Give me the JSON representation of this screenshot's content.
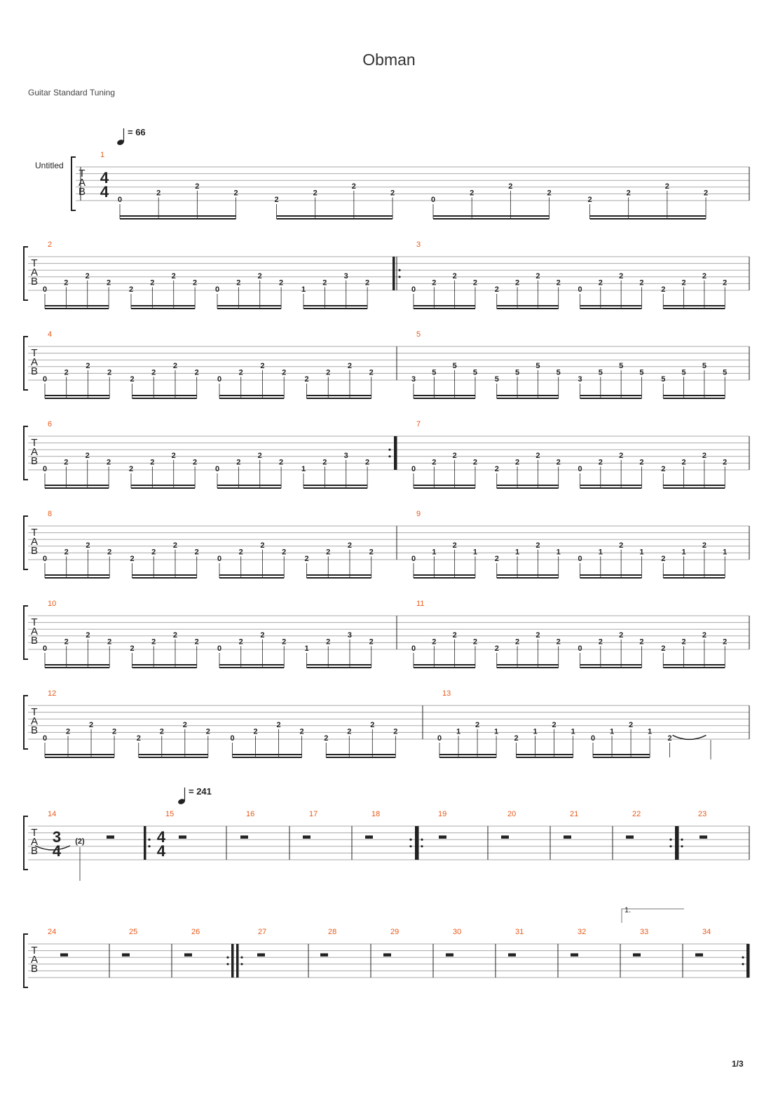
{
  "title": "Obman",
  "tuning": "Guitar Standard Tuning",
  "page_number": "1/3",
  "track_name": "Untitled",
  "tab_clef": [
    "T",
    "A",
    "B"
  ],
  "tempo": [
    {
      "at_measure": "1",
      "label": "= 66"
    },
    {
      "at_measure": "15",
      "label": "= 241"
    }
  ],
  "time_signatures": [
    {
      "at_measure": "1",
      "numerator": "4",
      "denominator": "4"
    },
    {
      "at_measure": "14",
      "numerator": "3",
      "denominator": "4"
    },
    {
      "at_measure": "15",
      "numerator": "4",
      "denominator": "4"
    }
  ],
  "volta": "1.",
  "tie_note": "(2)",
  "measures": [
    {
      "number": "1",
      "frets": [
        [
          "0",
          "2",
          "2",
          "2"
        ],
        [
          "2",
          "2",
          "2",
          "2"
        ],
        [
          "0",
          "2",
          "2",
          "2"
        ],
        [
          "2",
          "2",
          "2",
          "2"
        ]
      ]
    },
    {
      "number": "2",
      "frets": [
        [
          "0",
          "2",
          "2",
          "2"
        ],
        [
          "2",
          "2",
          "2",
          "2"
        ],
        [
          "0",
          "2",
          "2",
          "2"
        ],
        [
          "1",
          "2",
          "3",
          "2"
        ]
      ]
    },
    {
      "number": "3",
      "repeat_start": true,
      "frets": [
        [
          "0",
          "2",
          "2",
          "2"
        ],
        [
          "2",
          "2",
          "2",
          "2"
        ],
        [
          "0",
          "2",
          "2",
          "2"
        ],
        [
          "2",
          "2",
          "2",
          "2"
        ]
      ]
    },
    {
      "number": "4",
      "frets": [
        [
          "0",
          "2",
          "2",
          "2"
        ],
        [
          "2",
          "2",
          "2",
          "2"
        ],
        [
          "0",
          "2",
          "2",
          "2"
        ],
        [
          "2",
          "2",
          "2",
          "2"
        ]
      ]
    },
    {
      "number": "5",
      "frets": [
        [
          "3",
          "5",
          "5",
          "5"
        ],
        [
          "5",
          "5",
          "5",
          "5"
        ],
        [
          "3",
          "5",
          "5",
          "5"
        ],
        [
          "5",
          "5",
          "5",
          "5"
        ]
      ]
    },
    {
      "number": "6",
      "repeat_end": true,
      "frets": [
        [
          "0",
          "2",
          "2",
          "2"
        ],
        [
          "2",
          "2",
          "2",
          "2"
        ],
        [
          "0",
          "2",
          "2",
          "2"
        ],
        [
          "1",
          "2",
          "3",
          "2"
        ]
      ]
    },
    {
      "number": "7",
      "frets": [
        [
          "0",
          "2",
          "2",
          "2"
        ],
        [
          "2",
          "2",
          "2",
          "2"
        ],
        [
          "0",
          "2",
          "2",
          "2"
        ],
        [
          "2",
          "2",
          "2",
          "2"
        ]
      ]
    },
    {
      "number": "8",
      "frets": [
        [
          "0",
          "2",
          "2",
          "2"
        ],
        [
          "2",
          "2",
          "2",
          "2"
        ],
        [
          "0",
          "2",
          "2",
          "2"
        ],
        [
          "2",
          "2",
          "2",
          "2"
        ]
      ]
    },
    {
      "number": "9",
      "frets": [
        [
          "0",
          "1",
          "2",
          "1"
        ],
        [
          "2",
          "1",
          "2",
          "1"
        ],
        [
          "0",
          "1",
          "2",
          "1"
        ],
        [
          "2",
          "1",
          "2",
          "1"
        ]
      ]
    },
    {
      "number": "10",
      "frets": [
        [
          "0",
          "2",
          "2",
          "2"
        ],
        [
          "2",
          "2",
          "2",
          "2"
        ],
        [
          "0",
          "2",
          "2",
          "2"
        ],
        [
          "1",
          "2",
          "3",
          "2"
        ]
      ]
    },
    {
      "number": "11",
      "frets": [
        [
          "0",
          "2",
          "2",
          "2"
        ],
        [
          "2",
          "2",
          "2",
          "2"
        ],
        [
          "0",
          "2",
          "2",
          "2"
        ],
        [
          "2",
          "2",
          "2",
          "2"
        ]
      ]
    },
    {
      "number": "12",
      "frets": [
        [
          "0",
          "2",
          "2",
          "2"
        ],
        [
          "2",
          "2",
          "2",
          "2"
        ],
        [
          "0",
          "2",
          "2",
          "2"
        ],
        [
          "2",
          "2",
          "2",
          "2"
        ]
      ]
    },
    {
      "number": "13",
      "frets": [
        [
          "0",
          "1",
          "2",
          "1"
        ],
        [
          "2",
          "1",
          "2",
          "1"
        ],
        [
          "0",
          "1",
          "2",
          "1"
        ],
        [
          "2"
        ]
      ]
    },
    {
      "number": "14"
    },
    {
      "number": "15"
    },
    {
      "number": "16"
    },
    {
      "number": "17"
    },
    {
      "number": "18"
    },
    {
      "number": "19"
    },
    {
      "number": "20"
    },
    {
      "number": "21"
    },
    {
      "number": "22"
    },
    {
      "number": "23"
    },
    {
      "number": "24"
    },
    {
      "number": "25"
    },
    {
      "number": "26"
    },
    {
      "number": "27"
    },
    {
      "number": "28"
    },
    {
      "number": "29"
    },
    {
      "number": "30"
    },
    {
      "number": "31"
    },
    {
      "number": "32"
    },
    {
      "number": "33"
    },
    {
      "number": "34"
    }
  ],
  "colors": {
    "measure_number": "#e8591a",
    "staff_line": "#aaaaaa",
    "ink": "#222222"
  }
}
